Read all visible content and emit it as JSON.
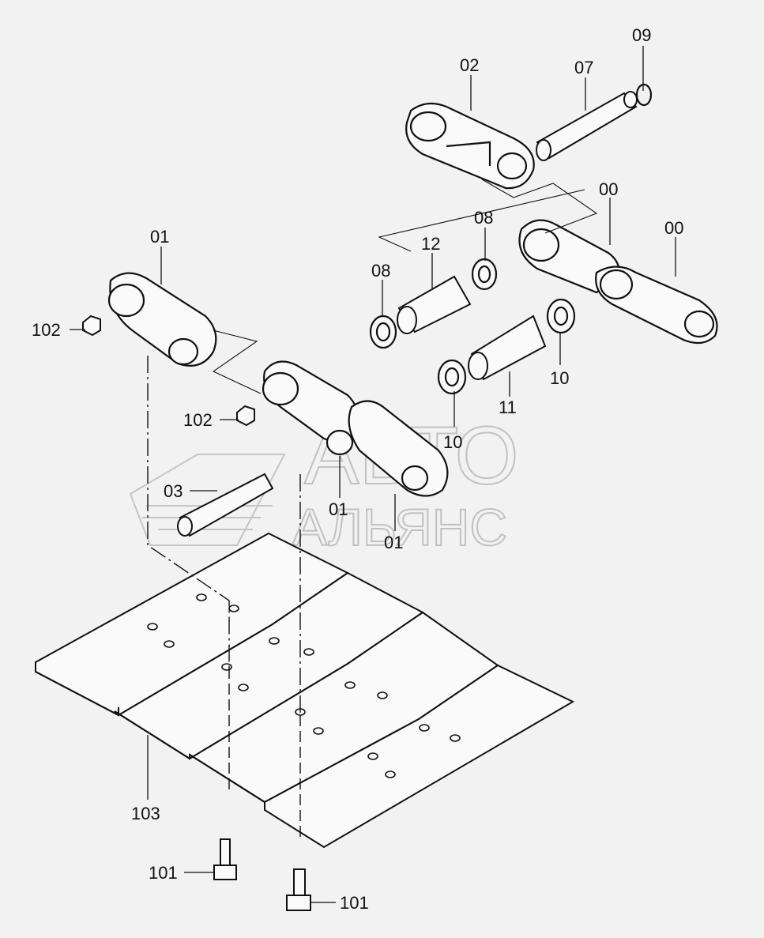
{
  "diagram": {
    "callouts": {
      "c09": "09",
      "c02": "02",
      "c07": "07",
      "c00a": "00",
      "c00b": "00",
      "c08a": "08",
      "c08b": "08",
      "c12": "12",
      "c01a": "01",
      "c102a": "102",
      "c102b": "102",
      "c10a": "10",
      "c10b": "10",
      "c11": "11",
      "c03": "03",
      "c01b": "01",
      "c01c": "01",
      "c103": "103",
      "c101a": "101",
      "c101b": "101"
    },
    "watermark": {
      "line1": "АВТО",
      "line2": "АЛЬЯНС"
    }
  }
}
